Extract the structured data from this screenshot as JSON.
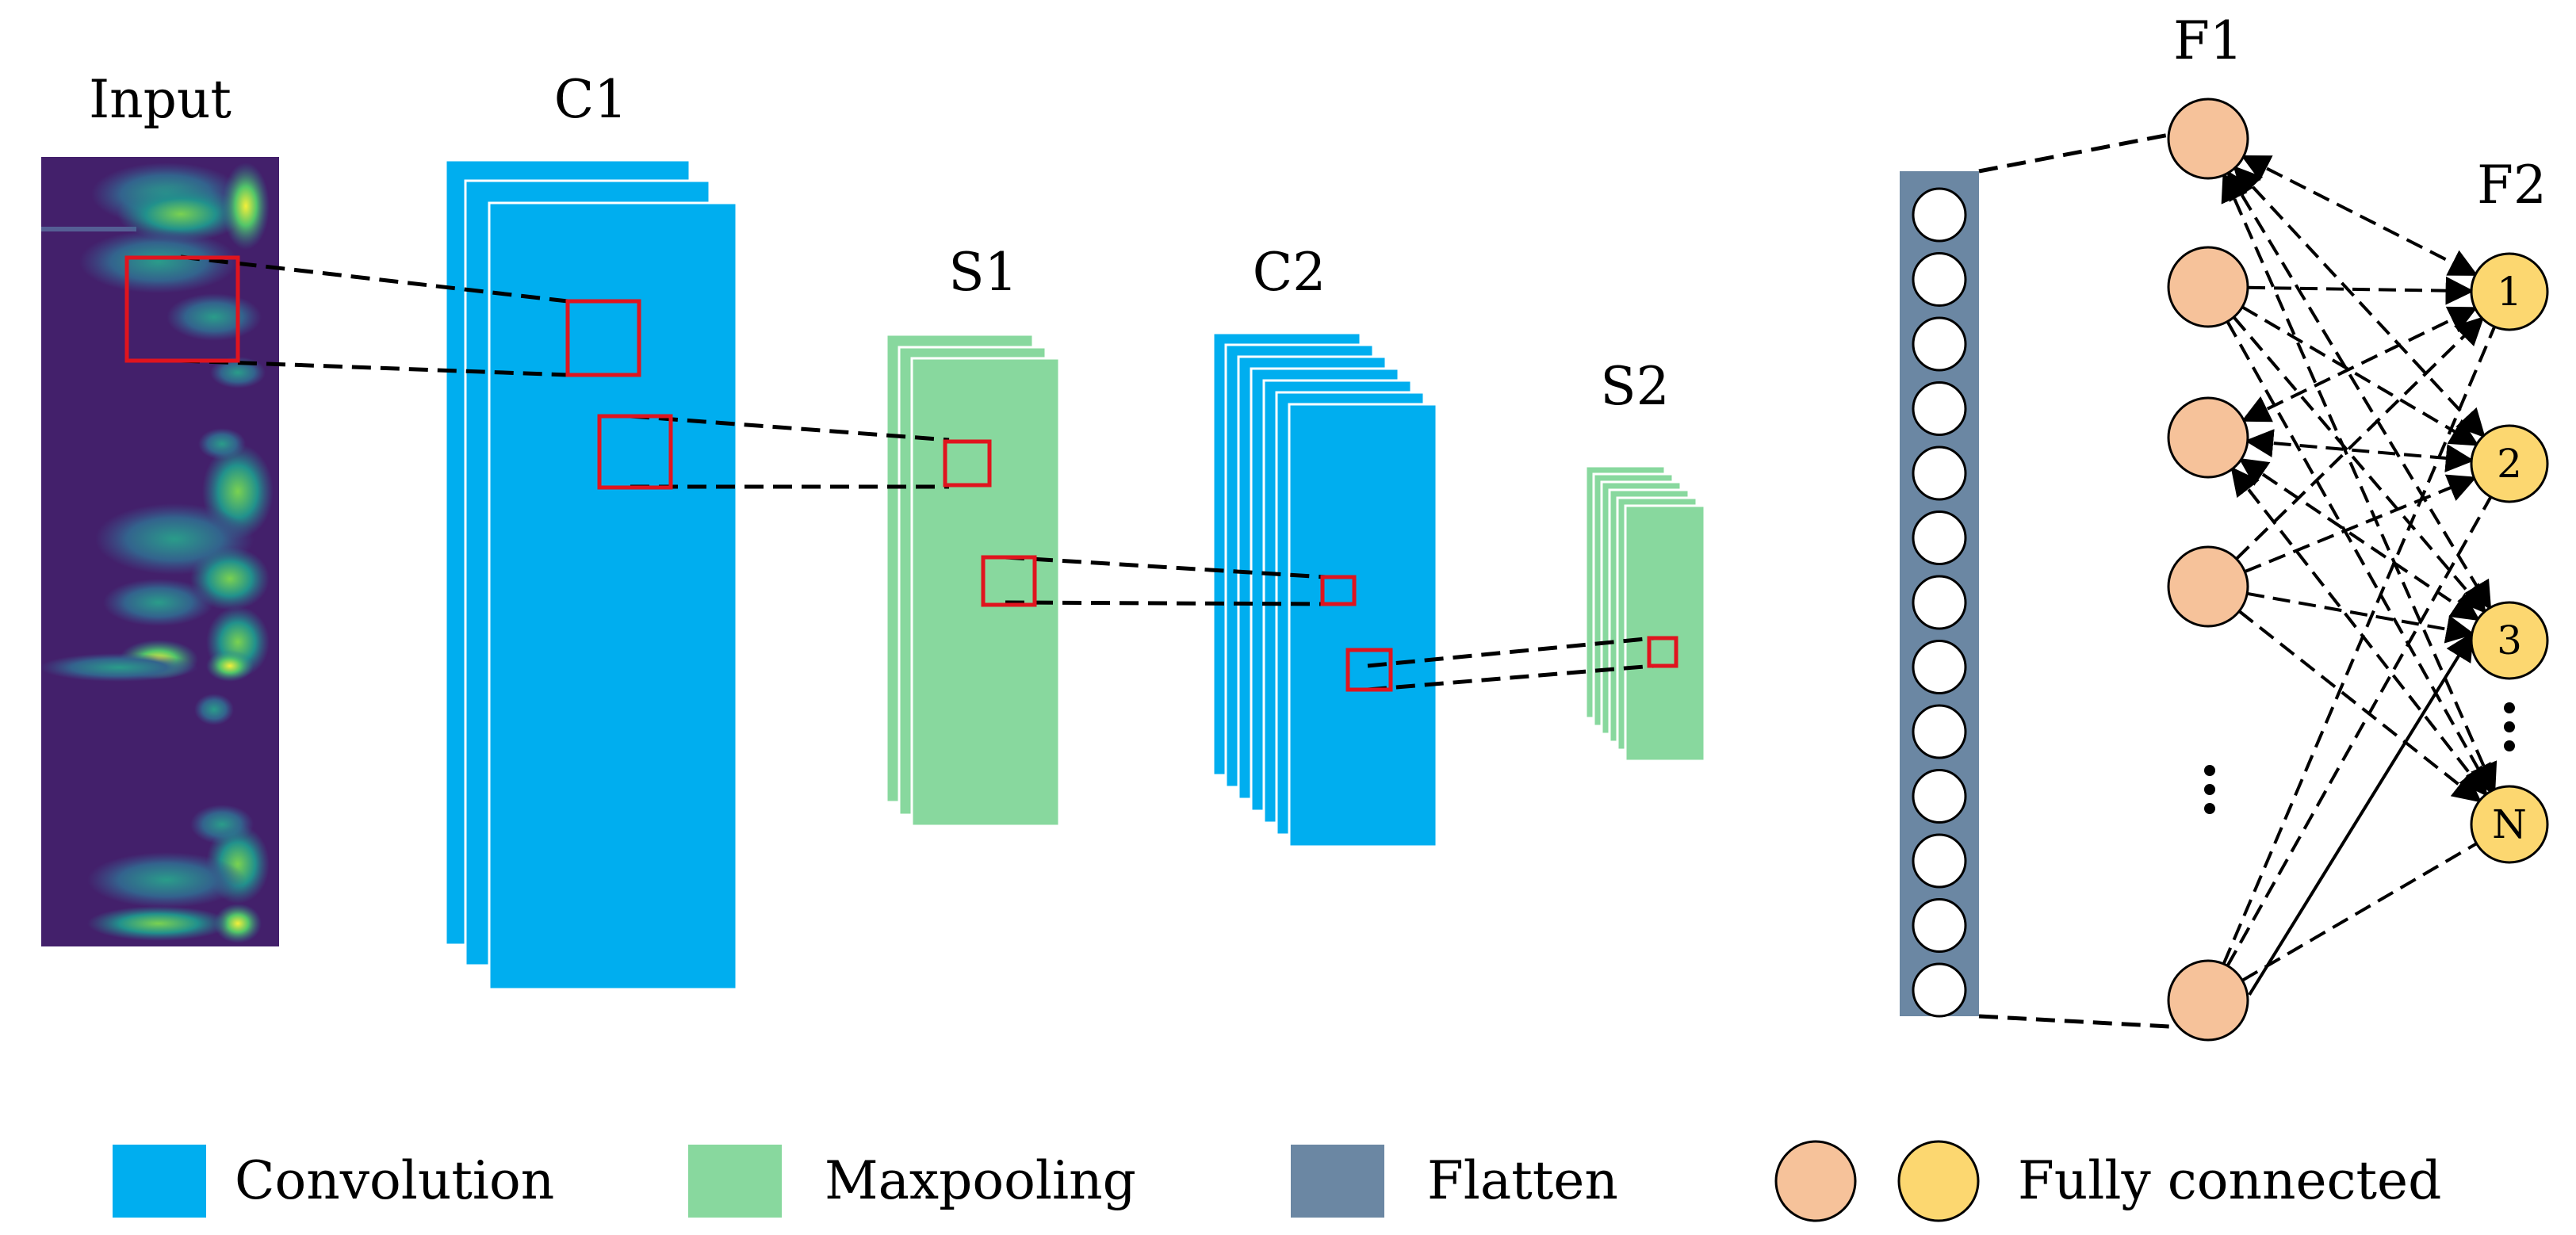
{
  "layer_labels": {
    "input": "Input",
    "c1": "C1",
    "s1": "S1",
    "c2": "C2",
    "s2": "S2",
    "f1": "F1",
    "f2": "F2"
  },
  "output_nodes": [
    "1",
    "2",
    "3",
    "N"
  ],
  "legend": {
    "convolution": "Convolution",
    "maxpooling": "Maxpooling",
    "flatten": "Flatten",
    "fully_connected": "Fully connected"
  },
  "colors": {
    "convolution": "#00AEEF",
    "maxpooling": "#88D89E",
    "flatten": "#6B87A3",
    "f1_node": "#F6C29A",
    "f2_node": "#FCD770",
    "input_bg": "#43206B",
    "kernel": "#E0141E"
  }
}
